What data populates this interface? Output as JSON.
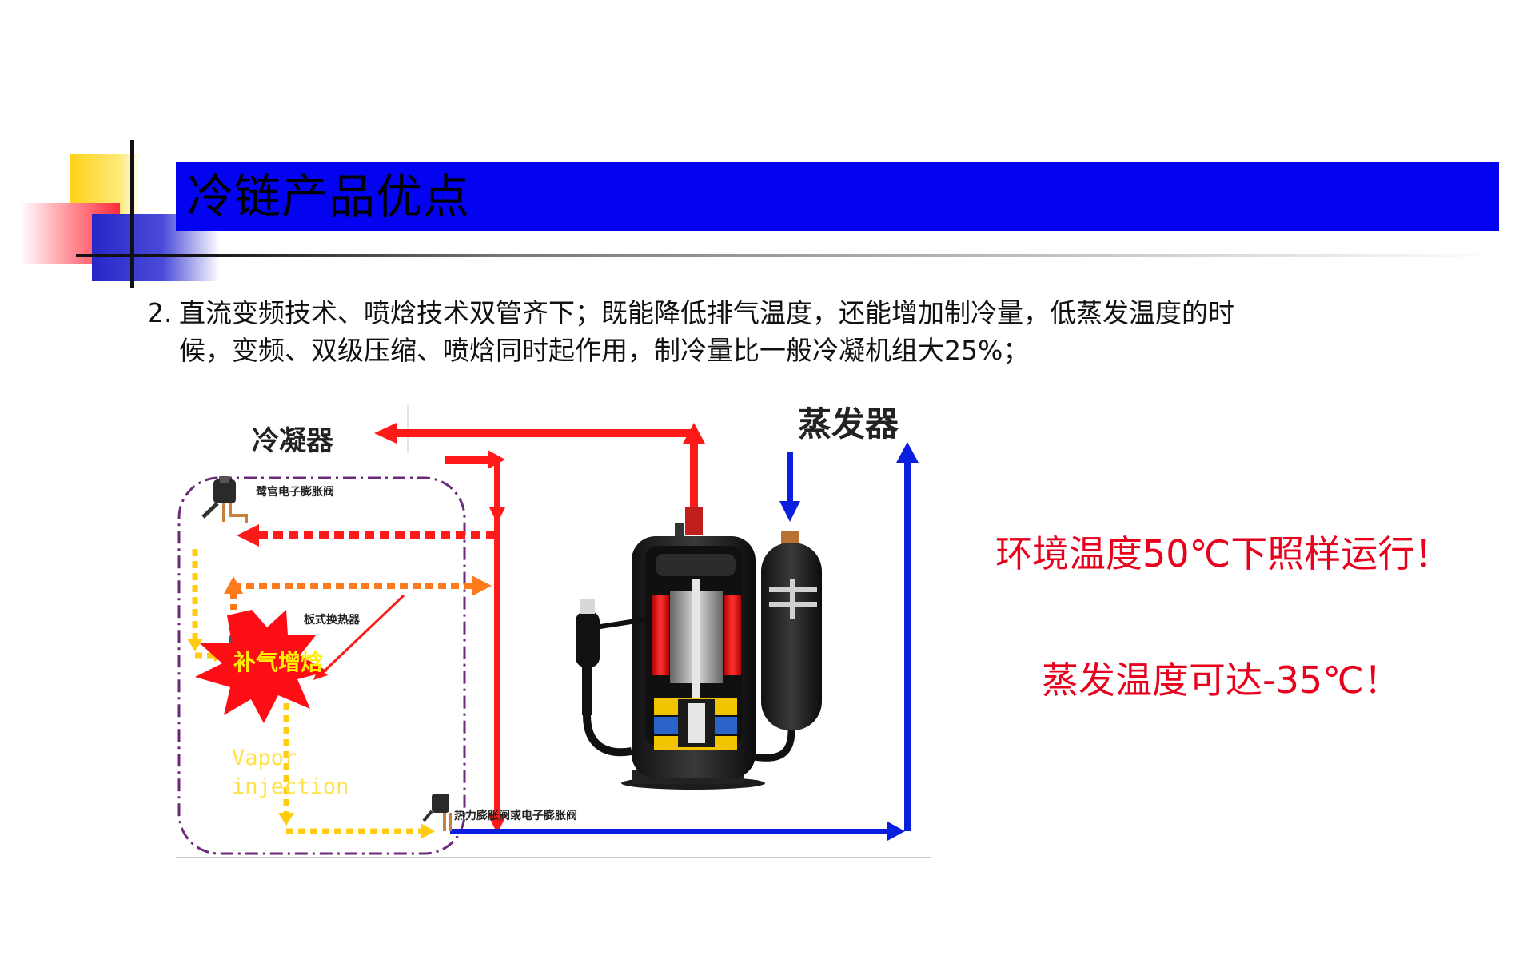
{
  "slide": {
    "title": "冷链产品优点",
    "point": {
      "number": "2.",
      "line1": "直流变频技术、喷焓技术双管齐下；既能降低排气温度，还能增加制冷量，低蒸发温度的时",
      "line2": "候，变频、双级压缩、喷焓同时起作用，制冷量比一般冷凝机组大25%；"
    },
    "diagram": {
      "condenser_label": "冷凝器",
      "evaporator_label": "蒸发器",
      "eev_label": "鹭宫电子膨胀阀",
      "plate_hx_label": "板式换热器",
      "txv_label": "热力膨胀阀或电子膨胀阀",
      "starburst_label": "补气增焓",
      "vapor_label": "Vapor",
      "injection_label": "injection"
    },
    "notes": [
      "环境温度50℃下照样运行！",
      "蒸发温度可达-35℃！"
    ]
  },
  "colors": {
    "title_bar": "#0303f2",
    "note_red": "#e8001c",
    "arrow_red": "#ff1a1a",
    "arrow_blue": "#0a1ee0",
    "arrow_orange": "#ff7a1a",
    "arrow_yellow": "#ffcc11",
    "boundary_purple": "#6b2a7a"
  }
}
